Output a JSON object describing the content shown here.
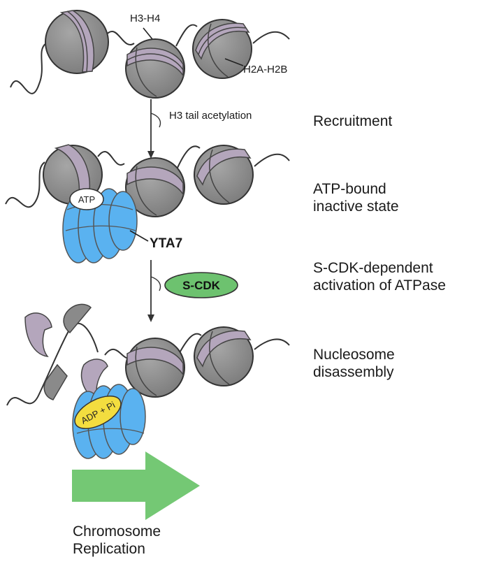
{
  "labels": {
    "h3_h4": "H3-H4",
    "h2a_h2b": "H2A-H2B",
    "acetylation": "H3 tail acetylation",
    "atp": "ATP",
    "yta7": "YTA7",
    "s_cdk": "S-CDK",
    "adp_pi": "ADP + Pi"
  },
  "steps": {
    "recruitment": "Recruitment",
    "atp_bound_1": "ATP-bound",
    "atp_bound_2": "inactive state",
    "activation_1": "S-CDK-dependent",
    "activation_2": "activation of ATPase",
    "disassembly_1": "Nucleosome",
    "disassembly_2": "disassembly"
  },
  "outcome": {
    "line1": "Chromosome",
    "line2": "Replication"
  },
  "colors": {
    "histone_core": "#8a8a8a",
    "h3_h4_band": "#b4a6bc",
    "yta7": "#5ab2f0",
    "atp_badge": "#ffffff",
    "adp_badge": "#f3dd3f",
    "s_cdk": "#6dc26f",
    "arrow": "#74c874"
  }
}
